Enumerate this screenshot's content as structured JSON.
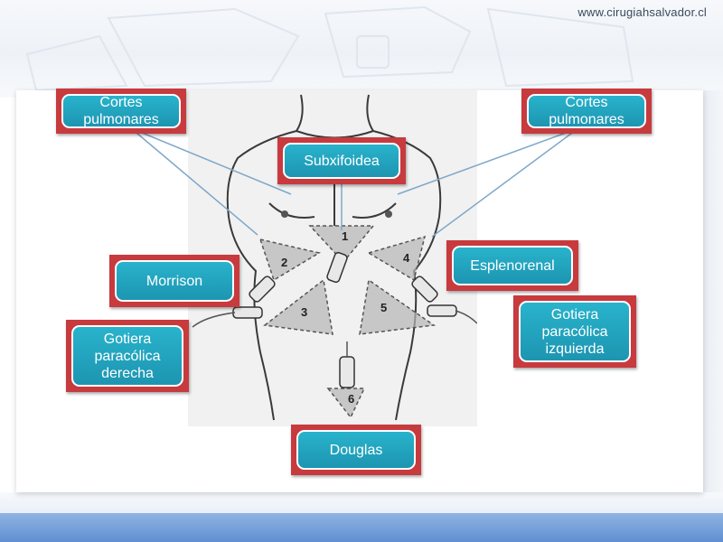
{
  "site_url": "www.cirugiahsalvador.cl",
  "labels": {
    "cortes_left": "Cortes\npulmonares",
    "cortes_right": "Cortes\npulmonares",
    "subxifoidea": "Subxifoidea",
    "morrison": "Morrison",
    "esplenorenal": "Esplenorenal",
    "gotiera_derecha": "Gotiera\nparacólica\nderecha",
    "gotiera_izquierda": "Gotiera\nparacólica\nizquierda",
    "douglas": "Douglas"
  },
  "zone_numbers": [
    "1",
    "2",
    "3",
    "4",
    "5",
    "6"
  ],
  "colors": {
    "label_frame": "#c73a3e",
    "label_fill": "#1d95b1",
    "pointer_line": "#7fa8c9",
    "bottom_band": "#5f8fd1"
  }
}
